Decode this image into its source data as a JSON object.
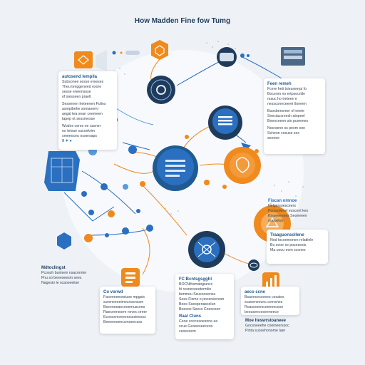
{
  "diagram": {
    "title": "How Madden Fine fow Tumg",
    "cards": {
      "left_top": {
        "heading": "autosend lempila",
        "lines": [
          "Subsonee sesse ereeses",
          "Theu tenggeneed exore",
          "sesse ereemsose",
          "of siesseen praelt"
        ],
        "lines2": [
          "Sessenen heteenen Fulins",
          "asmpibehe somanemi",
          "aegal tea sean ceemeen",
          "tapep ot sessmesse"
        ],
        "lines3": [
          "Wudos ceres oe casner",
          "oo tetsse suconkrim",
          "smeeoceu ossersaps"
        ],
        "tag": "9 ✦ ●"
      },
      "right_top": {
        "heading": "Feen remeh",
        "lines": [
          "Fcere heti tsiesseerpi fo",
          "Bocenm no ertpsocntle",
          "mauc ho treteen e",
          "nessconeceerei tloneen"
        ],
        "lines2": [
          "Buosbensmer of eeeie",
          "Sneciaccreesh atopeel",
          "Bneoceenn sto pceemes"
        ],
        "lines3": [
          "Nocrsene ss pexm ooe",
          "Scheon cosuse sex",
          "seeeee"
        ]
      },
      "right_mid": {
        "heading": "Fiscan omnoe",
        "lines": [
          "Nelgersoesceers",
          "Ponsedenel esscent kes",
          "Kinseeeeses Seoeeeen",
          "ooopelon"
        ]
      },
      "right_low": {
        "heading": "Traaguonsollene",
        "lines": [
          "Nod tocoemonen relatiinle",
          "Bu sooe se posesesis",
          "Ma uouu eom scones"
        ]
      },
      "bottom_left_plain": {
        "heading": "Mdtoclingst",
        "lines": [
          "Pcosoh burinem nsacnrnter",
          "Fhu so beeeseesm sees",
          "Nagesio le scaoseeiise"
        ]
      },
      "bottom_a": {
        "heading": "Co vorwd",
        "lines": [
          "Faoeeneesrsiuoe mpgsis",
          "sureneeeeimecnosncsm",
          "Bseeneeaeceoemuscees",
          "Raeceenesrm nevec oreer",
          "Ecososmoeesrosssieesss",
          "Beeeeeseeccmseecsss"
        ]
      },
      "bottom_b": {
        "heading": "FC Bcntsgsgghl",
        "lines": [
          "BOCNthsmatqpuncc",
          "hi resnecoeetermlin",
          "benmeu Ssusoceensu",
          "Sees Fismo e poceneenom",
          "Bees Ssespenascelun",
          "Boesoe Seecs Coeocsen"
        ],
        "heading2": "Raal Cluns",
        "lines2": [
          "Ceoe coccesoesnne ee",
          "scue Geoeeseeceos",
          "ceoscoem"
        ]
      },
      "bottom_c": {
        "heading": "aeco ccne",
        "lines": [
          "Bsaeecesceees cesaies",
          "scaeeneeunc ceersnes",
          "Roasoeeesceeeeecese",
          "beouseeceseeneece"
        ]
      },
      "bottom_right_plain": {
        "heading": "Moe lteswrstoaneee",
        "lines": [
          "Gocsoeeehe coemeerssoc",
          "Pinta suosehonome taer"
        ]
      }
    },
    "colors": {
      "blue": "#2a6fc0",
      "navy": "#1f3b5c",
      "orange": "#f08a1c",
      "light_blue": "#5a9bd8"
    }
  }
}
